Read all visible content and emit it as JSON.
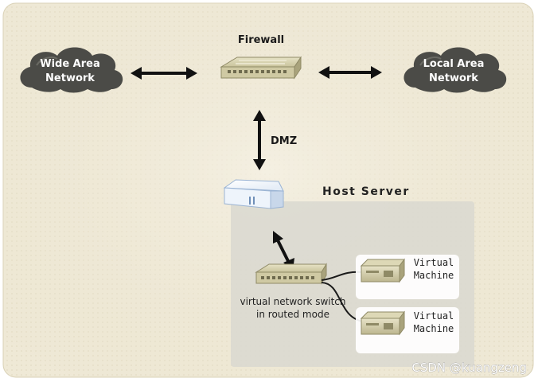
{
  "nodes": {
    "wan": {
      "line1": "Wide Area",
      "line2": "Network"
    },
    "lan": {
      "line1": "Local Area",
      "line2": "Network"
    },
    "firewall": {
      "label": "Firewall"
    },
    "dmz": {
      "label": "DMZ"
    },
    "host_server": {
      "label": "Host Server"
    },
    "switch": {
      "line1": "virtual network switch",
      "line2": "in routed mode"
    },
    "vm1": {
      "line1": "Virtual",
      "line2": "Machine"
    },
    "vm2": {
      "line1": "Virtual",
      "line2": "Machine"
    }
  },
  "watermark": "CSDN @kuangzeng",
  "colors": {
    "background": "#efe9d6",
    "cloud": "#4b4b47",
    "device": "#d8d3b0",
    "device_dark": "#8f8a66",
    "server": "#eef4fb",
    "server_edge": "#9bb4d4",
    "host_panel": "#d9d8d0",
    "vm_box": "#ffffff",
    "arrow": "#111111"
  }
}
